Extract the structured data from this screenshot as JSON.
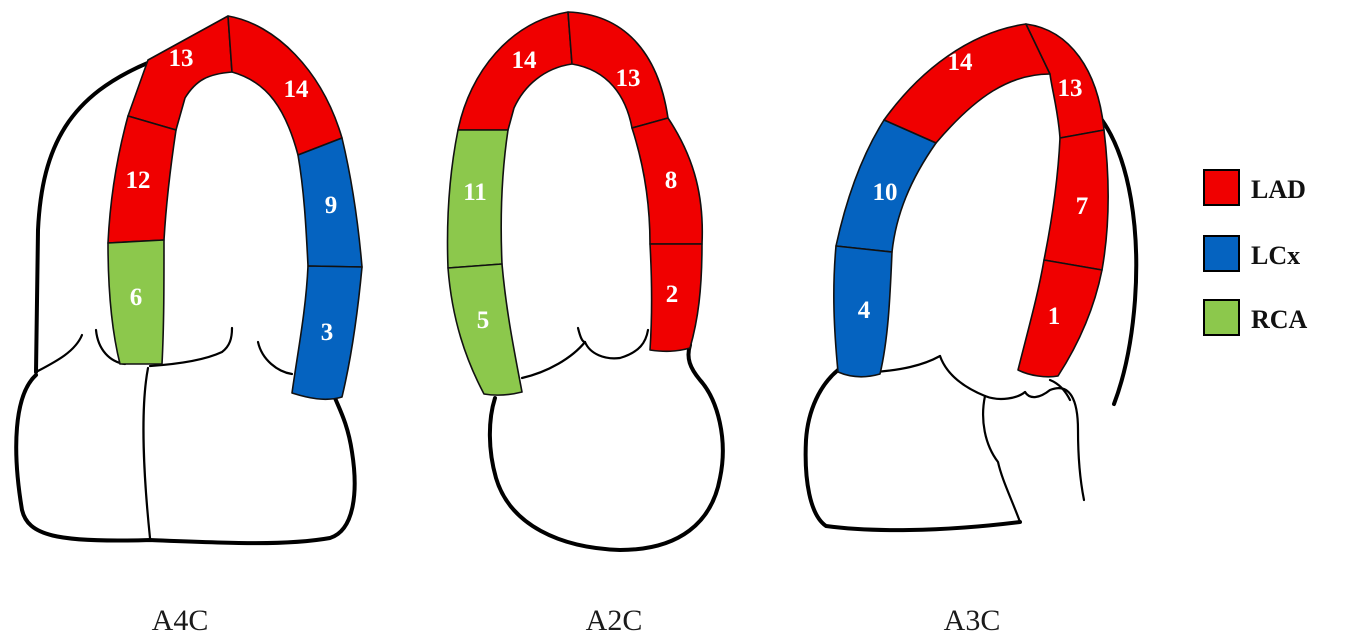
{
  "colors": {
    "LAD": "#f00000",
    "LCx": "#0563c0",
    "RCA": "#8cc84c"
  },
  "legend": [
    {
      "key": "LAD",
      "label": "LAD"
    },
    {
      "key": "LCx",
      "label": "LCx"
    },
    {
      "key": "RCA",
      "label": "RCA"
    }
  ],
  "views": [
    {
      "id": "a4c",
      "label": "A4C",
      "segments": [
        {
          "number": "13",
          "territory": "LAD"
        },
        {
          "number": "14",
          "territory": "LAD"
        },
        {
          "number": "12",
          "territory": "LAD"
        },
        {
          "number": "6",
          "territory": "RCA"
        },
        {
          "number": "9",
          "territory": "LCx"
        },
        {
          "number": "3",
          "territory": "LCx"
        }
      ]
    },
    {
      "id": "a2c",
      "label": "A2C",
      "segments": [
        {
          "number": "14",
          "territory": "LAD"
        },
        {
          "number": "13",
          "territory": "LAD"
        },
        {
          "number": "11",
          "territory": "RCA"
        },
        {
          "number": "5",
          "territory": "RCA"
        },
        {
          "number": "8",
          "territory": "LAD"
        },
        {
          "number": "2",
          "territory": "LAD"
        }
      ]
    },
    {
      "id": "a3c",
      "label": "A3C",
      "segments": [
        {
          "number": "14",
          "territory": "LAD"
        },
        {
          "number": "13",
          "territory": "LAD"
        },
        {
          "number": "10",
          "territory": "LCx"
        },
        {
          "number": "4",
          "territory": "LCx"
        },
        {
          "number": "7",
          "territory": "LAD"
        },
        {
          "number": "1",
          "territory": "LAD"
        }
      ]
    }
  ]
}
